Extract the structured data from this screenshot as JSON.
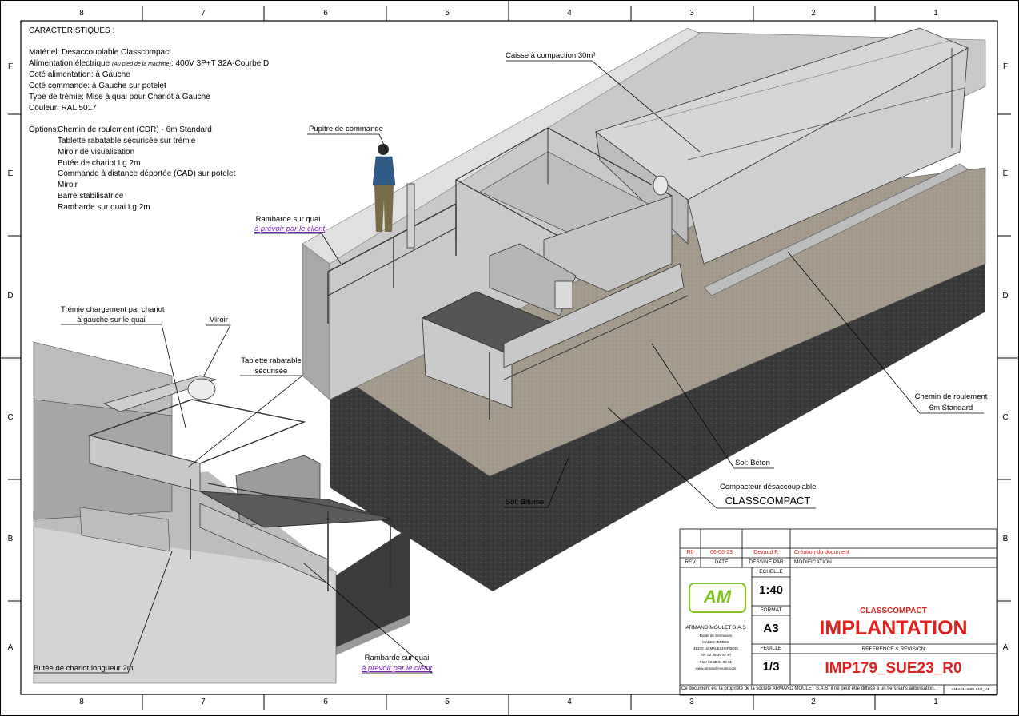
{
  "frame": {
    "col_labels": [
      "8",
      "7",
      "6",
      "5",
      "4",
      "3",
      "2",
      "1"
    ],
    "row_labels": [
      "F",
      "E",
      "D",
      "C",
      "B",
      "A"
    ]
  },
  "specs": {
    "heading": "CARACTERISTIQUES :",
    "materiel": "Matériel: Desaccouplable Classcompact",
    "alim_prefix": "Alimentation électrique ",
    "alim_note": "(Au pied de la machine)",
    "alim_value": ": 400V 3P+T 32A-Courbe D",
    "cote_alim": "Coté alimentation: à Gauche",
    "cote_cmd": "Coté commande: à Gauche sur potelet",
    "tremie": "Type de trémie: Mise à quai pour Chariot à Gauche",
    "couleur": "Couleur: RAL 5017",
    "options_label": "Options:",
    "options": [
      "Chemin de roulement (CDR) - 6m Standard",
      "Tablette rabatable sécurisée sur trémie",
      "Miroir de visualisation",
      "Butée de chariot Lg 2m",
      "Commande à distance  déportée (CAD) sur potelet",
      "Miroir",
      "Barre stabilisatrice",
      "Rambarde sur quai Lg 2m"
    ]
  },
  "labels": {
    "caisse": "Caisse à compaction 30m³",
    "pupitre": "Pupitre de commande",
    "rambarde1": "Rambarde sur quai",
    "rambarde1_note": "à prévoir par le client",
    "tremie1": "Trémie chargement par chariot",
    "tremie2": "à gauche sur le quai",
    "miroir": "Miroir",
    "tablette1": "Tablette rabatable",
    "tablette2": "sécurisée",
    "chemin1": "Chemin de roulement",
    "chemin2": "6m Standard",
    "sol_beton": "Sol: Béton",
    "sol_bitume": "Sol: Bitume",
    "compacteur1": "Compacteur désaccouplable",
    "compacteur2": "CLASSCOMPACT",
    "rambarde2": "Rambarde sur quai",
    "rambarde2_note": "à prévoir par le client",
    "butee": "Butée de chariot longueur 2m"
  },
  "title_block": {
    "rev": "R0",
    "date": "06-06-23",
    "author": "Devaud F.",
    "modification": "Création du document",
    "h_rev": "REV",
    "h_date": "DATE",
    "h_dessine": "DESSINE PAR",
    "h_modification": "MODIFICATION",
    "h_echelle": "ECHELLE",
    "echelle": "1:40",
    "h_format": "FORMAT",
    "format": "A3",
    "h_feuille": "FEUILLE",
    "feuille": "1/3",
    "logo_text": "AM",
    "company": "ARMAND MOULET S.A.S",
    "addr1": "Route de Sermaises",
    "addr2": "MALESHERBES",
    "addr3": "45330 LE MALESHERBOIS",
    "tel": "Tél: 02 38 34 57 67",
    "fax": "Fax: 02 38 34 66 61",
    "web": "www.armand-moulet.com",
    "subtitle": "CLASSCOMPACT",
    "title": "IMPLANTATION",
    "h_reference": "REFERENCE & REVISION",
    "reference": "IMP179_SUE23_R0",
    "footer": "Ce document est la propriété de la société ARMAND MOULET S.A.S, il ne peut être diffusé à un tiers sans autorisation.",
    "footer_code": "AM-ASM-IMPLANT_V4"
  },
  "colors": {
    "logo_green": "#7fc31c",
    "title_red": "#e0201c",
    "note_violet": "#7a1fb0"
  }
}
